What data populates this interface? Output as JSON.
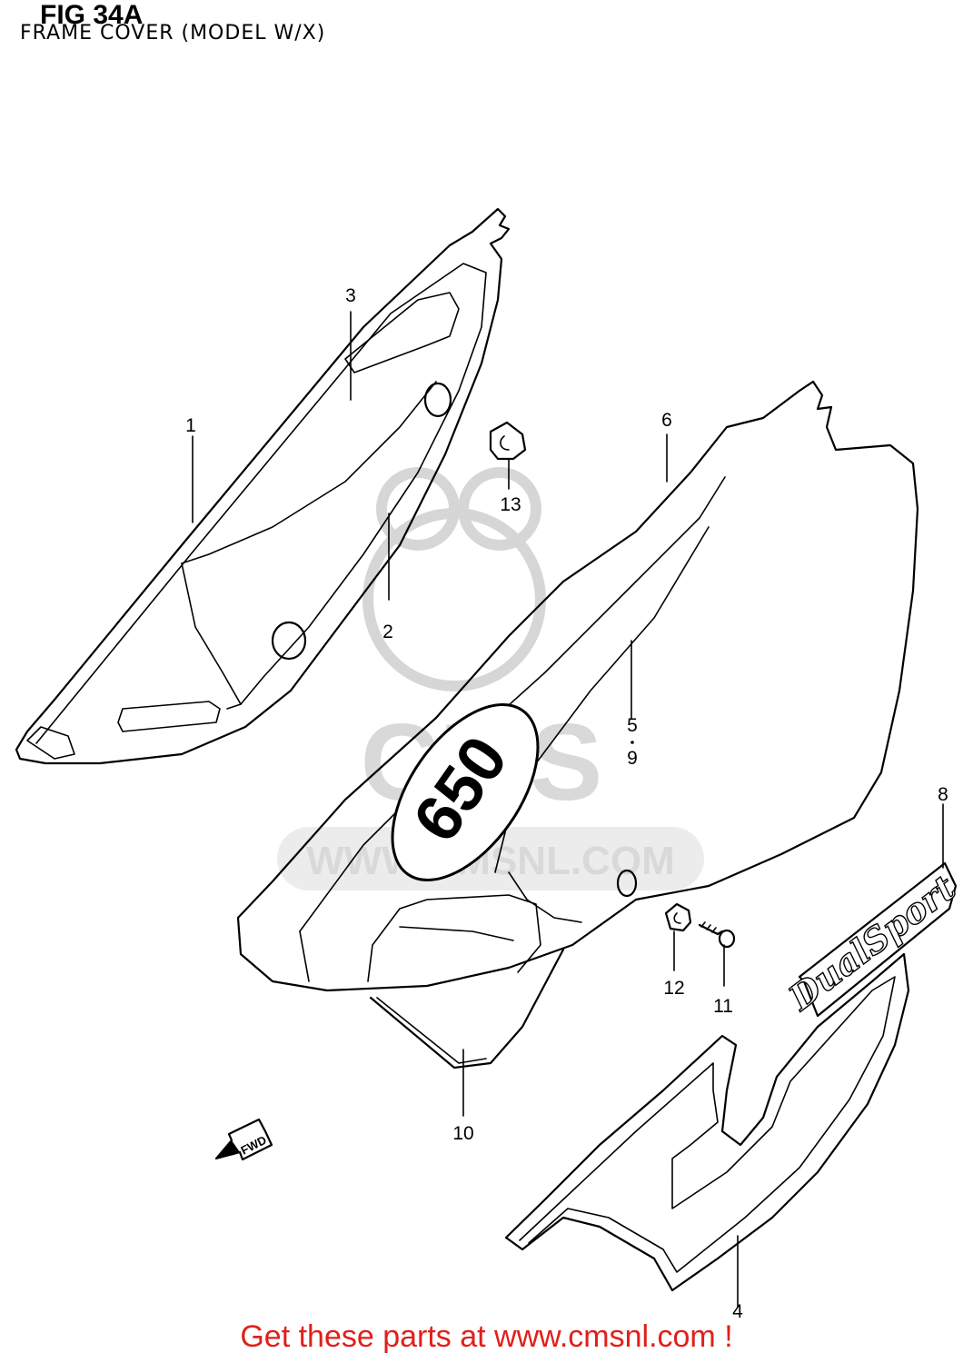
{
  "header": {
    "figure_title": "FIG 34A",
    "subtitle": "FRAME COVER (MODEL W/X)"
  },
  "watermark": {
    "logo_text": "CMS",
    "site_text": "WWW.CMSNL.COM"
  },
  "callouts": {
    "c1": "1",
    "c2": "2",
    "c3": "3",
    "c4": "4",
    "c5": "5",
    "c9": "9",
    "c6": "6",
    "c8": "8",
    "c10": "10",
    "c11": "11",
    "c12": "12",
    "c13": "13"
  },
  "decals": {
    "model_emblem": "650",
    "brand_emblem": "DualSport"
  },
  "direction_arrow": "FWD",
  "footer": {
    "link_text": "Get these parts at www.cmsnl.com !",
    "link_color": "#e0201b"
  }
}
